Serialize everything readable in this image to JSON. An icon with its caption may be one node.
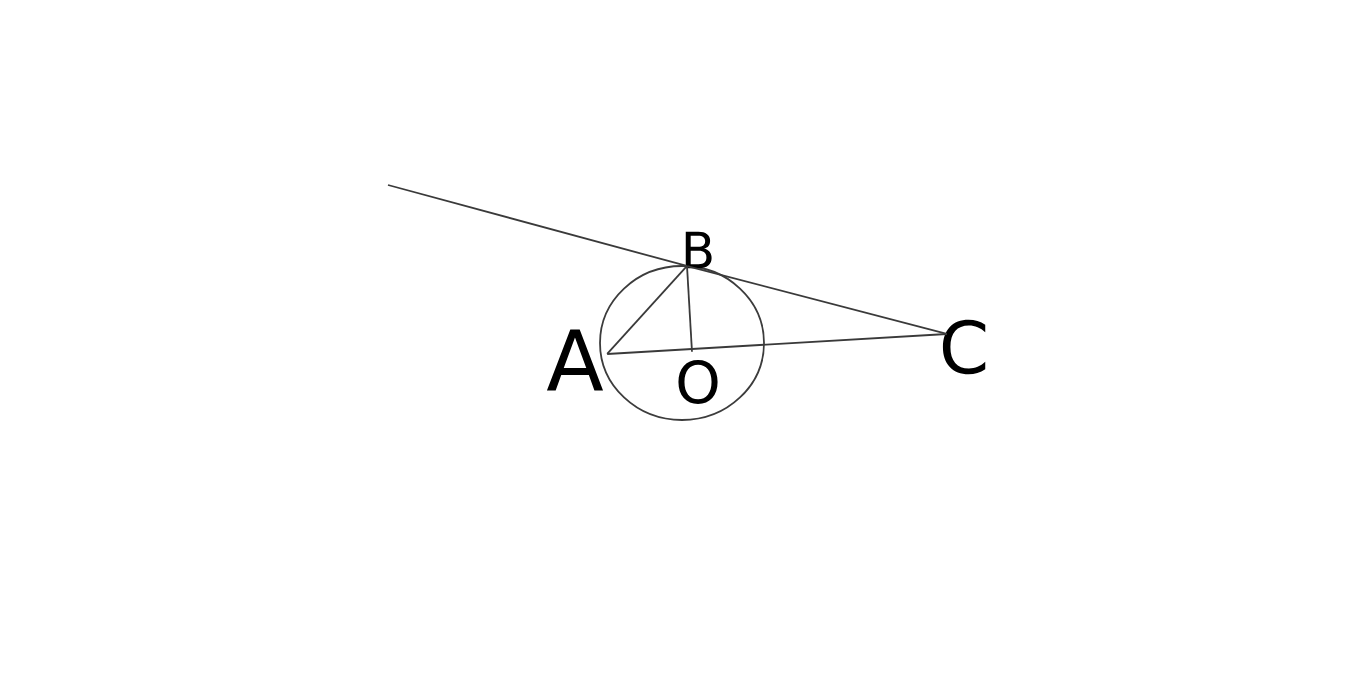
{
  "diagram": {
    "nodes": [
      {
        "text": [
          "B"
        ]
      },
      {
        "text": [
          "A"
        ]
      },
      {
        "text": [
          "C"
        ]
      },
      {
        "text": [
          "O"
        ]
      }
    ],
    "edges": [
      {
        "from": null,
        "to": 0,
        "arrow": "none"
      },
      {
        "from": 0,
        "to": 2,
        "arrow": "none"
      },
      {
        "from": 1,
        "to": 0,
        "arrow": "none"
      },
      {
        "from": 0,
        "to": 3,
        "arrow": "none"
      },
      {
        "from": 1,
        "to": 2,
        "arrow": "none"
      }
    ]
  }
}
